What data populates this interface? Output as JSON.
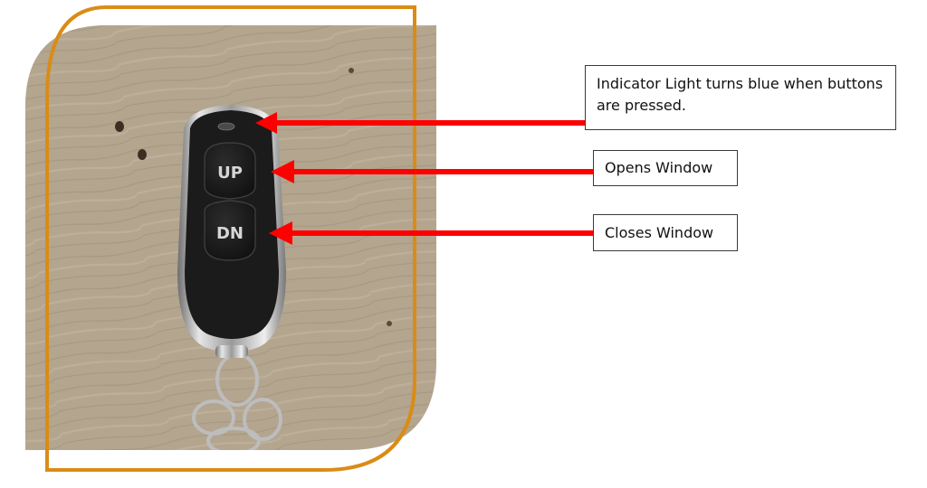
{
  "photo": {
    "subject": "remote-key-fob-photo",
    "up_button_label": "UP",
    "down_button_label": "DN"
  },
  "callouts": {
    "indicator": "Indicator Light turns blue when buttons are pressed.",
    "opens": "Opens Window",
    "closes": "Closes Window"
  },
  "colors": {
    "frame": "#d98c16",
    "arrow": "#ff0000",
    "box_border": "#3a3a3a",
    "fob_body": "#1b1b1b",
    "wood": "#b9ab96"
  }
}
